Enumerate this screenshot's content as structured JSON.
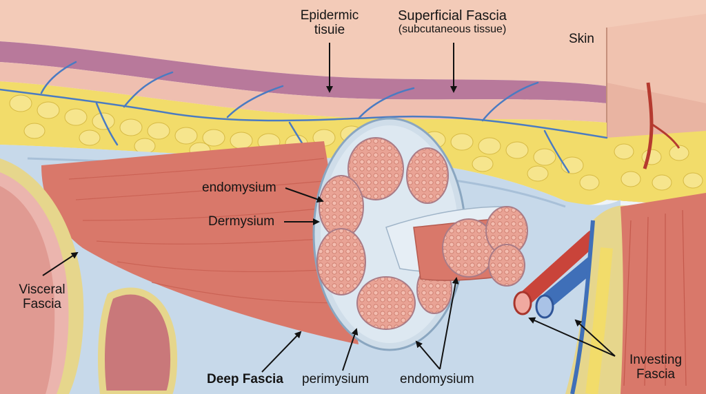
{
  "labels": {
    "epidermic_line1": "Epidermic",
    "epidermic_line2": "tisuie",
    "superficial_line1": "Superficial Fascia",
    "superficial_line2": "(subcutaneous tissue)",
    "skin": "Skin",
    "endomysium_top": "endomysium",
    "dermysium": "Dermysium",
    "visceral_line1": "Visceral",
    "visceral_line2": "Fascia",
    "deep_fascia": "Deep Fascia",
    "perimysium": "perimysium",
    "endomysium_bottom": "endomysium",
    "investing_line1": "Investing",
    "investing_line2": "Fascia"
  },
  "colors": {
    "skin_pink": "#f1c6b6",
    "epidermis_purple": "#b57a9a",
    "fat_yellow": "#f2dc6a",
    "muscle_red": "#d9786a",
    "fascia_blue": "#c9dbea",
    "vein_blue": "#3f6fb8",
    "artery_red": "#c9443a",
    "visceral_yellow": "#e6d68c"
  }
}
